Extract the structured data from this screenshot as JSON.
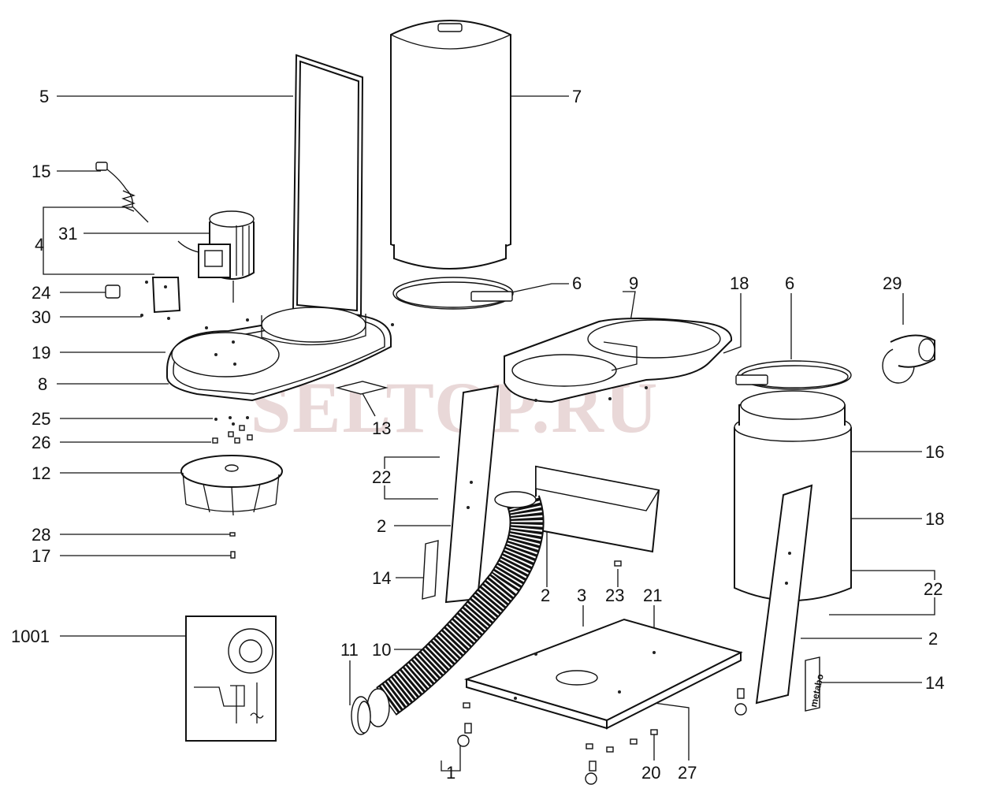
{
  "watermark": "SELTOP.RU",
  "brand_text": "metabo",
  "callouts": [
    {
      "id": "c5",
      "text": "5"
    },
    {
      "id": "c15",
      "text": "15"
    },
    {
      "id": "c4",
      "text": "4"
    },
    {
      "id": "c31",
      "text": "31"
    },
    {
      "id": "c24",
      "text": "24"
    },
    {
      "id": "c30",
      "text": "30"
    },
    {
      "id": "c19",
      "text": "19"
    },
    {
      "id": "c8",
      "text": "8"
    },
    {
      "id": "c25",
      "text": "25"
    },
    {
      "id": "c26",
      "text": "26"
    },
    {
      "id": "c12",
      "text": "12"
    },
    {
      "id": "c28",
      "text": "28"
    },
    {
      "id": "c17",
      "text": "17"
    },
    {
      "id": "c1001",
      "text": "1001"
    },
    {
      "id": "c7",
      "text": "7"
    },
    {
      "id": "c6a",
      "text": "6"
    },
    {
      "id": "c13",
      "text": "13"
    },
    {
      "id": "c9",
      "text": "9"
    },
    {
      "id": "c18a",
      "text": "18"
    },
    {
      "id": "c6b",
      "text": "6"
    },
    {
      "id": "c29",
      "text": "29"
    },
    {
      "id": "c16",
      "text": "16"
    },
    {
      "id": "c18b",
      "text": "18"
    },
    {
      "id": "c22a",
      "text": "22"
    },
    {
      "id": "c2a",
      "text": "2"
    },
    {
      "id": "c14a",
      "text": "14"
    },
    {
      "id": "c2b",
      "text": "2"
    },
    {
      "id": "c23",
      "text": "23"
    },
    {
      "id": "c21",
      "text": "21"
    },
    {
      "id": "c3",
      "text": "3"
    },
    {
      "id": "c22b",
      "text": "22"
    },
    {
      "id": "c2c",
      "text": "2"
    },
    {
      "id": "c14b",
      "text": "14"
    },
    {
      "id": "c11",
      "text": "11"
    },
    {
      "id": "c10",
      "text": "10"
    },
    {
      "id": "c1",
      "text": "1"
    },
    {
      "id": "c20",
      "text": "20"
    },
    {
      "id": "c27",
      "text": "27"
    }
  ]
}
